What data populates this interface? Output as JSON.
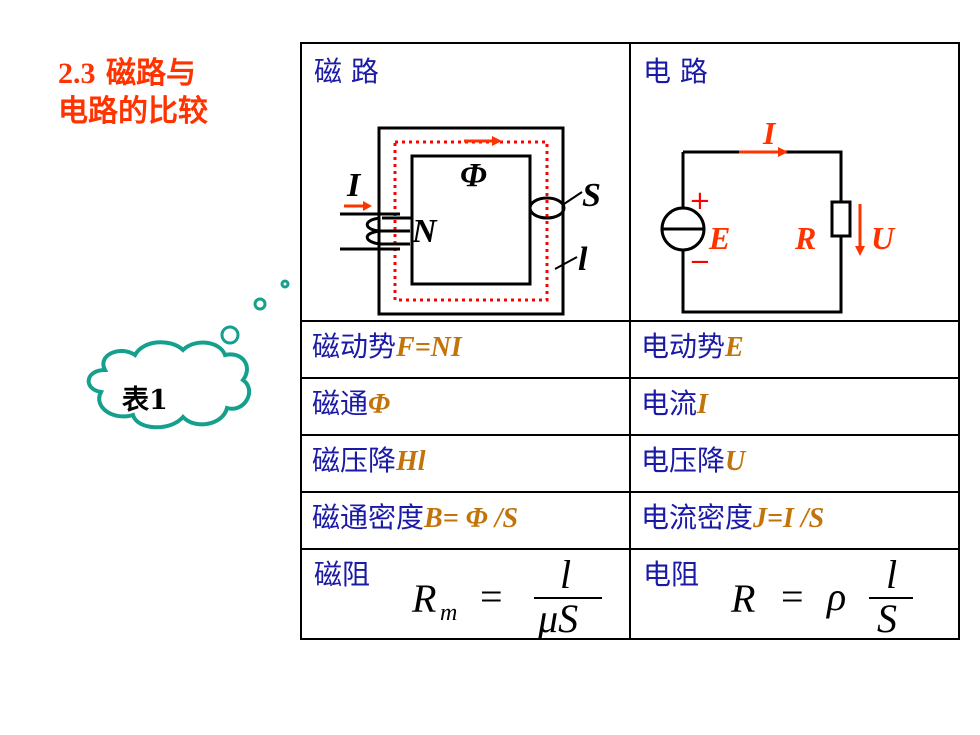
{
  "section": {
    "number": "2.3",
    "title_line1": "磁路与",
    "title_line2": "电路的比较"
  },
  "bubble": {
    "label": "表1"
  },
  "table": {
    "headers": {
      "magnetic": "磁 路",
      "electric": "电 路"
    },
    "magnetic_figure": {
      "current": "I",
      "flux": "Φ",
      "turns": "N",
      "area": "S",
      "length": "l"
    },
    "electric_figure": {
      "current": "I",
      "emf": "E",
      "plus": "+",
      "minus": "−",
      "resistor": "R",
      "voltage": "U"
    },
    "rows": [
      {
        "magnetic_label": "磁动势",
        "magnetic_expr": "F=NI",
        "electric_label": "电动势",
        "electric_expr": "E"
      },
      {
        "magnetic_label": "磁通",
        "magnetic_expr": "Φ",
        "electric_label": "电流",
        "electric_expr": "I"
      },
      {
        "magnetic_label": "磁压降",
        "magnetic_expr": "Hl",
        "electric_label": "电压降",
        "electric_expr": "U"
      },
      {
        "magnetic_label": "磁通密度",
        "magnetic_expr": "B= Φ /S",
        "electric_label": "电流密度",
        "electric_expr": "J=I /S"
      }
    ],
    "resistance": {
      "magnetic_label": "磁阻",
      "magnetic_lhs": "R",
      "magnetic_sub": "m",
      "magnetic_num": "l",
      "magnetic_den": "μS",
      "electric_label": "电阻",
      "electric_lhs": "R",
      "electric_rho": "ρ",
      "electric_num": "l",
      "electric_den": "S",
      "equals": "="
    }
  },
  "colors": {
    "title": "#ff3300",
    "text": "#1a1aa6",
    "quantity": "#c2730a",
    "arrow": "#ff3300",
    "bubble": "#14a08c"
  }
}
